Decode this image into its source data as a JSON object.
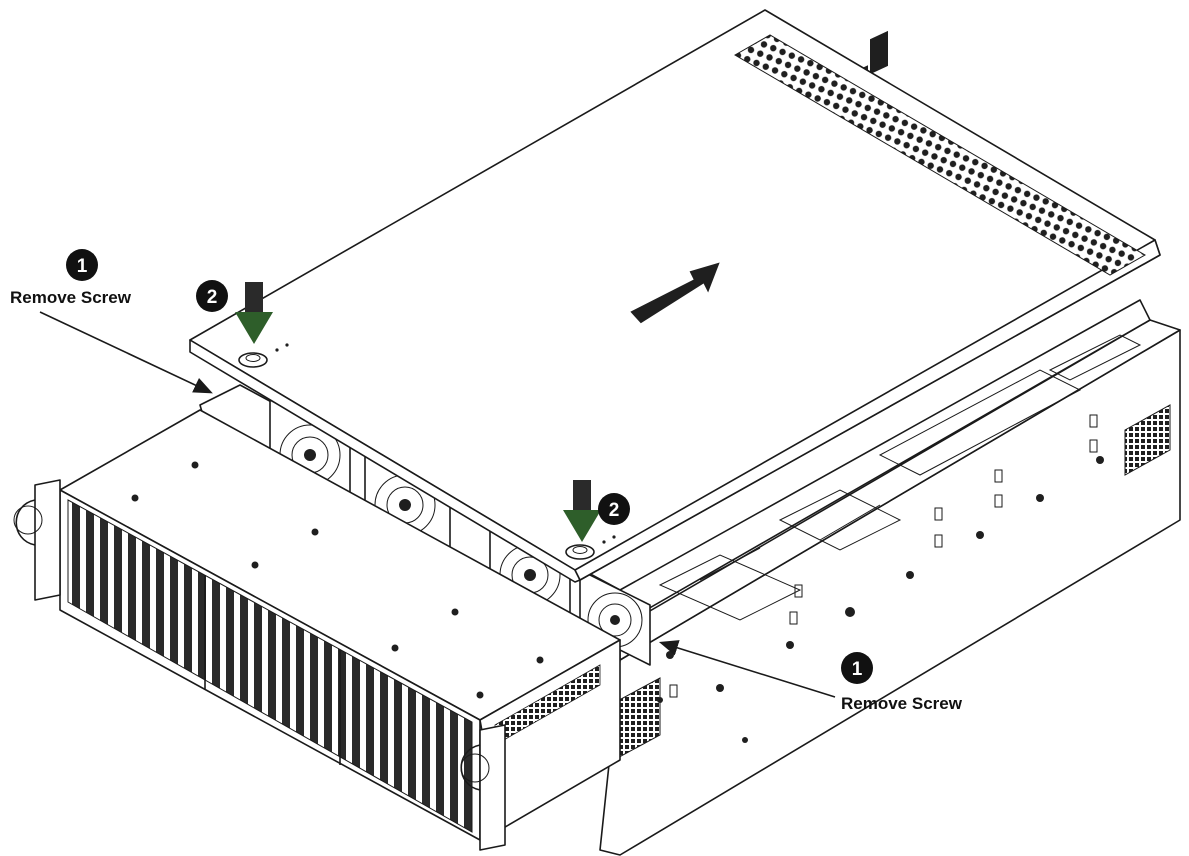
{
  "callouts": {
    "remove_screw_left": {
      "number": "1",
      "label": "Remove Screw"
    },
    "remove_screw_right": {
      "number": "1",
      "label": "Remove Screw"
    },
    "press_left": {
      "number": "2"
    },
    "press_right": {
      "number": "2"
    }
  },
  "colors": {
    "ink": "#1a1a1a",
    "press_arrow_green": "#2e5e2a",
    "background": "#ffffff"
  },
  "icons": [
    "slide-direction-arrow",
    "press-down-arrow",
    "leader-arrow"
  ]
}
